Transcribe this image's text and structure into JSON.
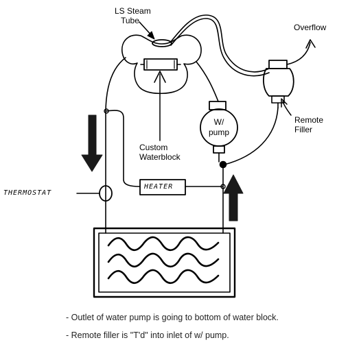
{
  "labels": {
    "steam_tube_line1": "LS Steam",
    "steam_tube_line2": "Tube",
    "overflow": "Overflow",
    "remote_filler_line1": "Remote",
    "remote_filler_line2": "Filler",
    "pump_line1": "W/",
    "pump_line2": "pump",
    "waterblock_line1": "Custom",
    "waterblock_line2": "Waterblock",
    "thermostat": "THERMOSTAT",
    "heater": "HEATER"
  },
  "notes": [
    "- Outlet of water pump is going to bottom of water block.",
    "- Remote filler is \"T'd\" into inlet of w/ pump."
  ]
}
